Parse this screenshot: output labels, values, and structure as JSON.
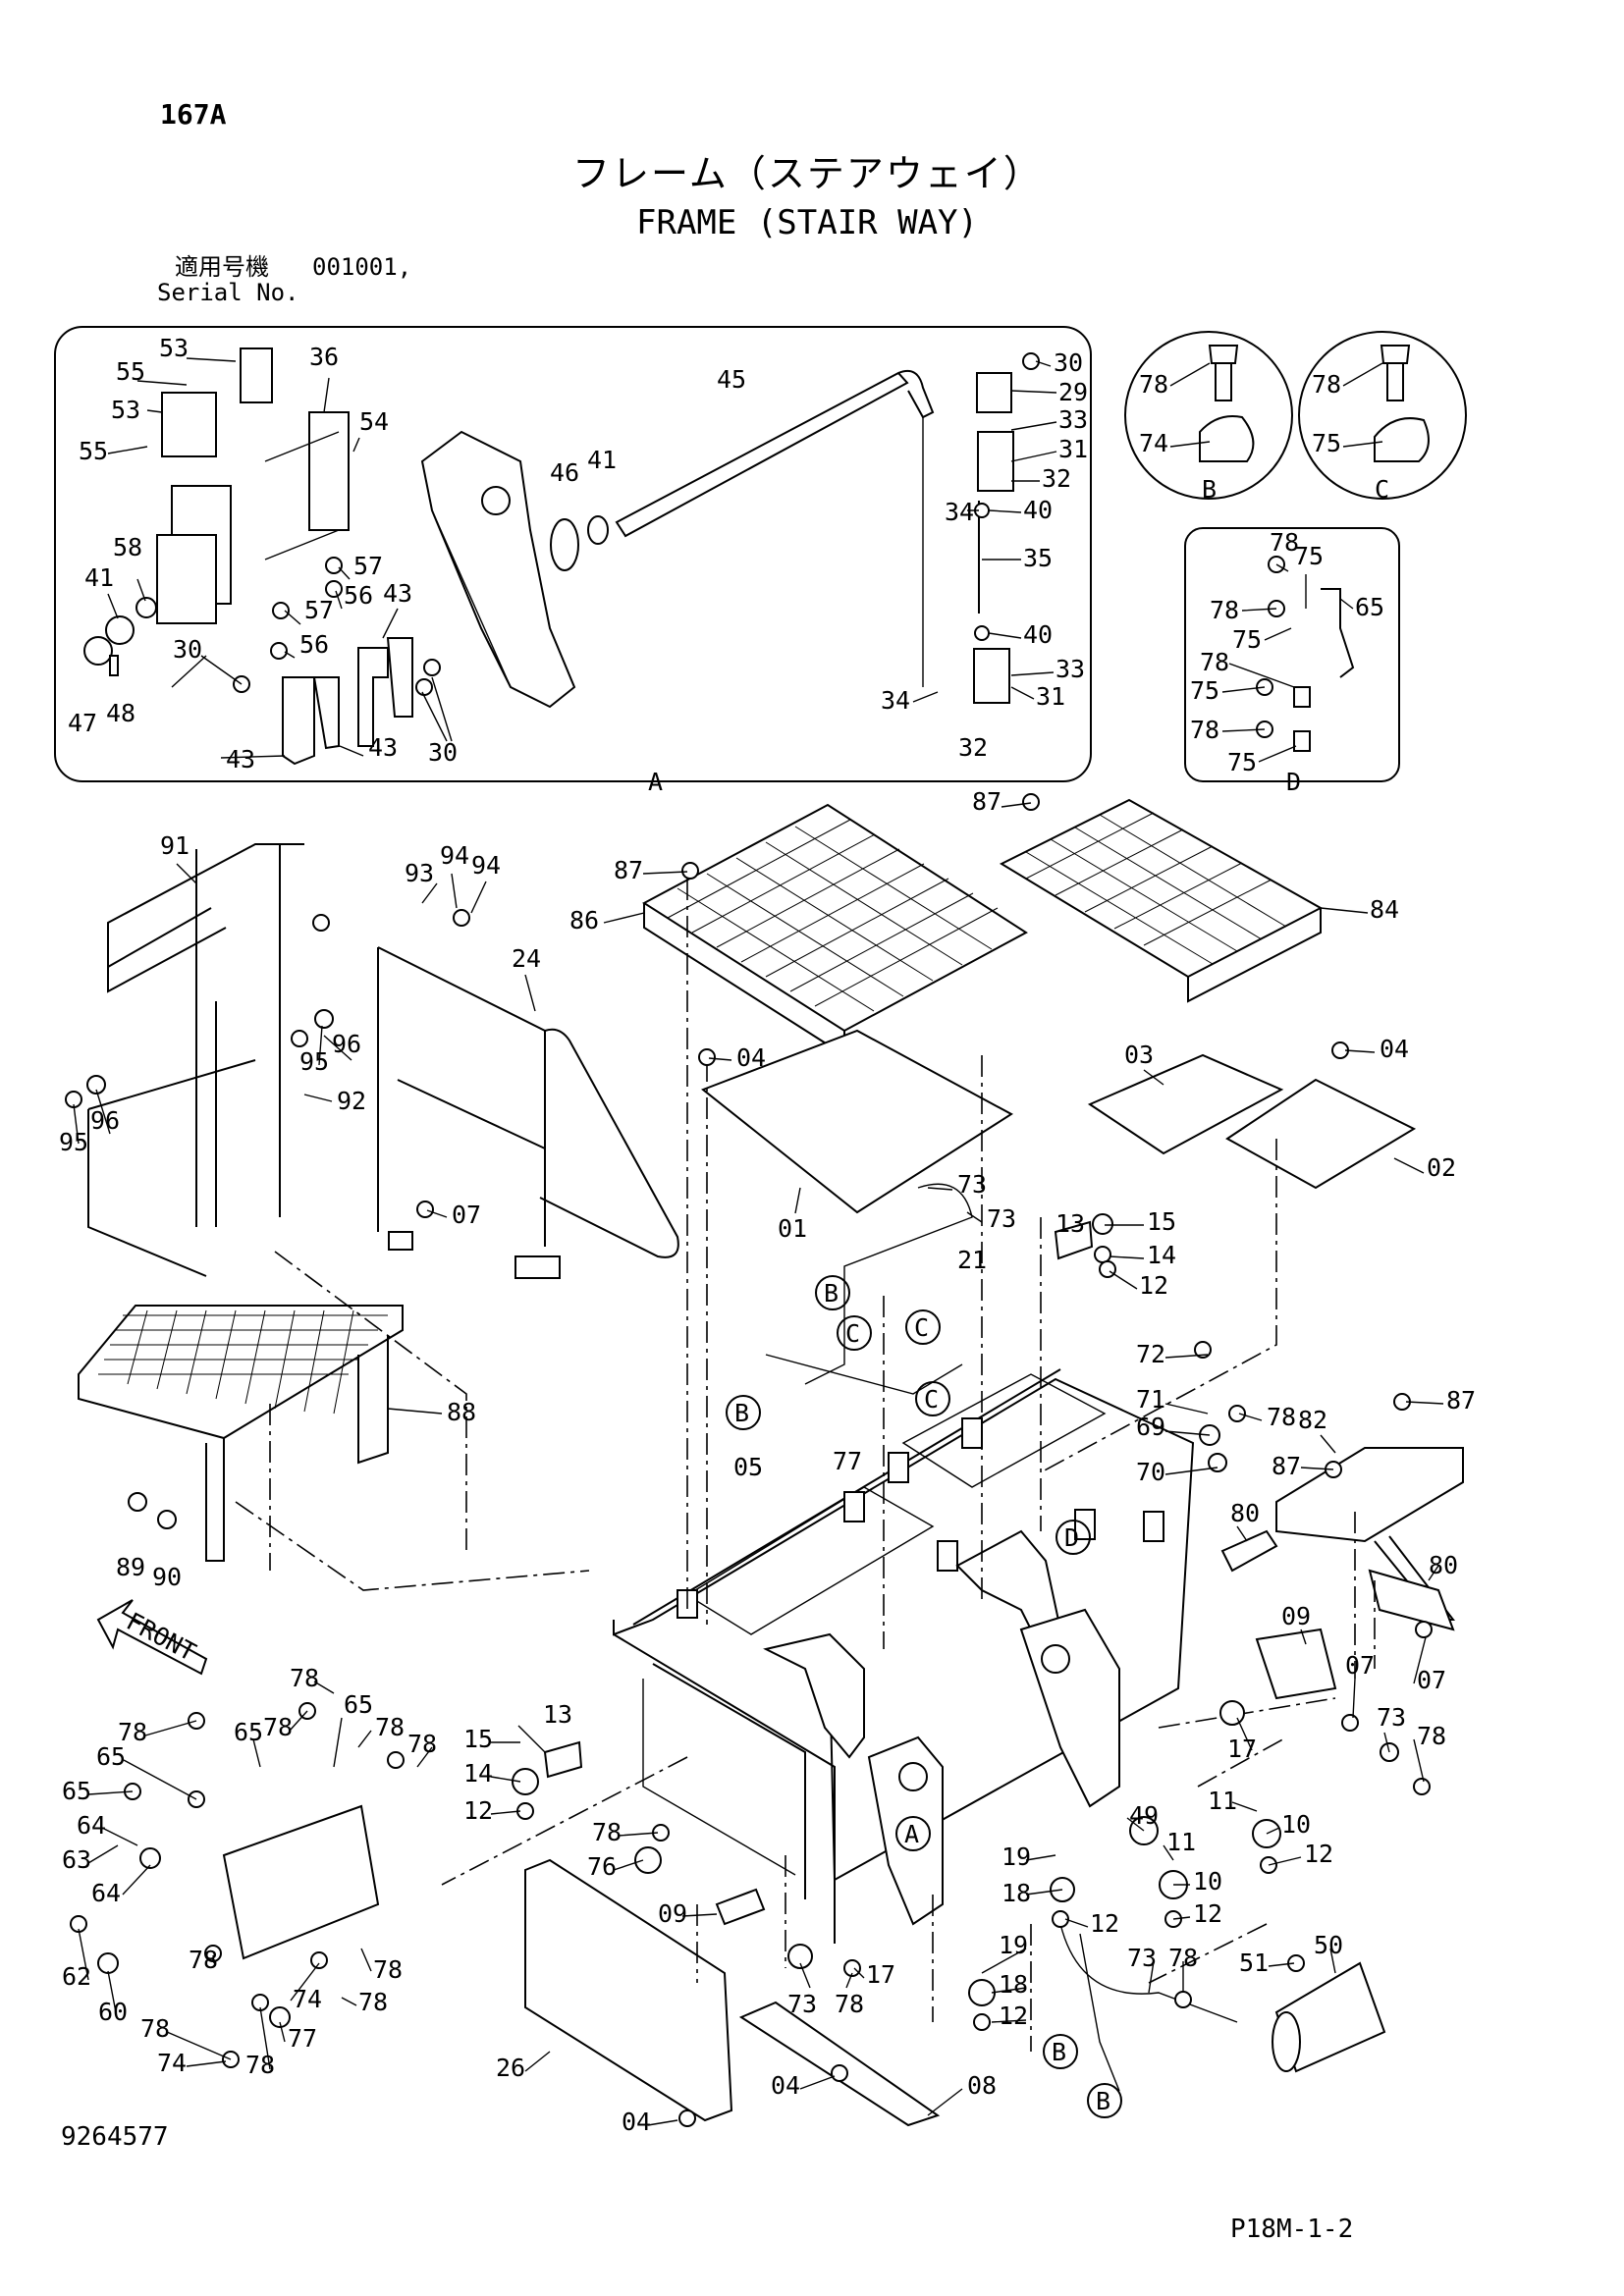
{
  "header": {
    "page_number": "167A",
    "title_jp": "フレーム（ステアウェイ）",
    "title_en": "FRAME (STAIR WAY)",
    "serial_label_jp": "適用号機",
    "serial_value": "001001,",
    "serial_label_en": "Serial No."
  },
  "footer": {
    "doc_number": "9264577",
    "ref_code": "P18M-1-2"
  },
  "detail_labels": {
    "A": "A",
    "B": "B",
    "C": "C",
    "D": "D"
  },
  "callouts": {
    "inset_a": [
      "53",
      "53",
      "55",
      "55",
      "36",
      "54",
      "58",
      "41",
      "57",
      "56",
      "57",
      "56",
      "43",
      "43",
      "43",
      "30",
      "30",
      "47",
      "48",
      "45",
      "46",
      "41",
      "30",
      "29",
      "33",
      "31",
      "32",
      "34",
      "40",
      "35",
      "40",
      "33",
      "31",
      "34",
      "32",
      "30"
    ],
    "detail_b": [
      "78",
      "74"
    ],
    "detail_c": [
      "78",
      "75"
    ],
    "detail_d": [
      "78",
      "75",
      "65",
      "78",
      "75",
      "78",
      "75",
      "78",
      "75"
    ],
    "main": [
      "91",
      "93",
      "94",
      "94",
      "24",
      "95",
      "96",
      "92",
      "95",
      "96",
      "07",
      "88",
      "89",
      "90",
      "87",
      "86",
      "04",
      "01",
      "73",
      "73",
      "21",
      "87",
      "84",
      "03",
      "04",
      "02",
      "13",
      "15",
      "14",
      "12",
      "77",
      "05",
      "72",
      "71",
      "69",
      "78",
      "70",
      "87",
      "82",
      "87",
      "80",
      "09",
      "80",
      "07",
      "07",
      "73",
      "78",
      "17",
      "11",
      "10",
      "12",
      "49",
      "11",
      "10",
      "12",
      "19",
      "18",
      "12",
      "15",
      "13",
      "14",
      "12",
      "78",
      "76",
      "09",
      "17",
      "73",
      "78",
      "19",
      "18",
      "12",
      "73",
      "78",
      "51",
      "50",
      "26",
      "04",
      "04",
      "08",
      "78",
      "65",
      "78",
      "78",
      "65",
      "78",
      "65",
      "78",
      "65",
      "64",
      "63",
      "64",
      "62",
      "60",
      "78",
      "78",
      "74",
      "78",
      "78",
      "77",
      "74",
      "78"
    ],
    "bubbles": [
      "B",
      "C",
      "C",
      "C",
      "B",
      "D",
      "A",
      "B",
      "B"
    ]
  },
  "front_label": "FRONT"
}
